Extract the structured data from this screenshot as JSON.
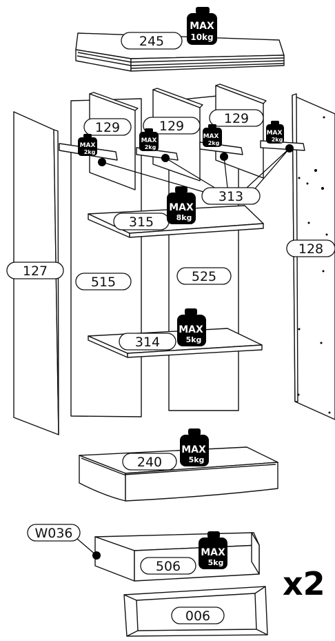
{
  "parts": {
    "top": "245",
    "shelf_left": "129",
    "shelf_mid": "129",
    "shelf_right": "129",
    "connectors": "313",
    "upper_shelf": "315",
    "right_side": "128",
    "left_side": "127",
    "back_left": "515",
    "back_right": "525",
    "mid_shelf": "314",
    "plinth": "240",
    "handle": "W036",
    "drawer_box": "506",
    "drawer_front": "006"
  },
  "weights": {
    "max_label": "MAX",
    "top": "10kg",
    "small_shelf": "2kg",
    "upper_shelf": "8kg",
    "mid_shelf": "5kg",
    "plinth": "5kg",
    "drawer": "5kg"
  },
  "quantity": "x2"
}
